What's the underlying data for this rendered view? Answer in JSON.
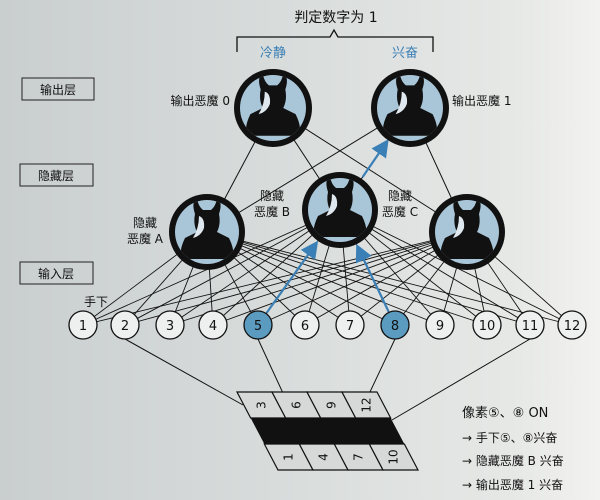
{
  "title": "判定数字为 1",
  "states": {
    "calm": "冷静",
    "excited": "兴奋"
  },
  "layers": {
    "output": "输出层",
    "hidden": "隐藏层",
    "input": "输入层"
  },
  "input_caption": "手下",
  "output_nodes": [
    "输出恶魔 0",
    "输出恶魔 1"
  ],
  "hidden_nodes": [
    {
      "line1": "隐藏",
      "line2": "恶魔 A"
    },
    {
      "line1": "隐藏",
      "line2": "恶魔 B"
    },
    {
      "line1": "隐藏",
      "line2": "恶魔 C"
    }
  ],
  "input_nodes": [
    "1",
    "2",
    "3",
    "4",
    "5",
    "6",
    "7",
    "8",
    "9",
    "10",
    "11",
    "12"
  ],
  "active_inputs": [
    5,
    8
  ],
  "grid": {
    "top_row": [
      "3",
      "6",
      "9",
      "12"
    ],
    "bottom_row": [
      "1",
      "4",
      "7",
      "10"
    ],
    "middle_row_filled": true
  },
  "notes": [
    "像素⑤、⑧ ON",
    "→ 手下⑤、⑧兴奋",
    "→ 隐藏恶魔 B 兴奋",
    "→ 输出恶魔 1 兴奋"
  ],
  "colors": {
    "accent": "#3a7fb5",
    "node_fill": "#a9c6d8",
    "active_input": "#5b9bbf",
    "ink": "#111111"
  }
}
